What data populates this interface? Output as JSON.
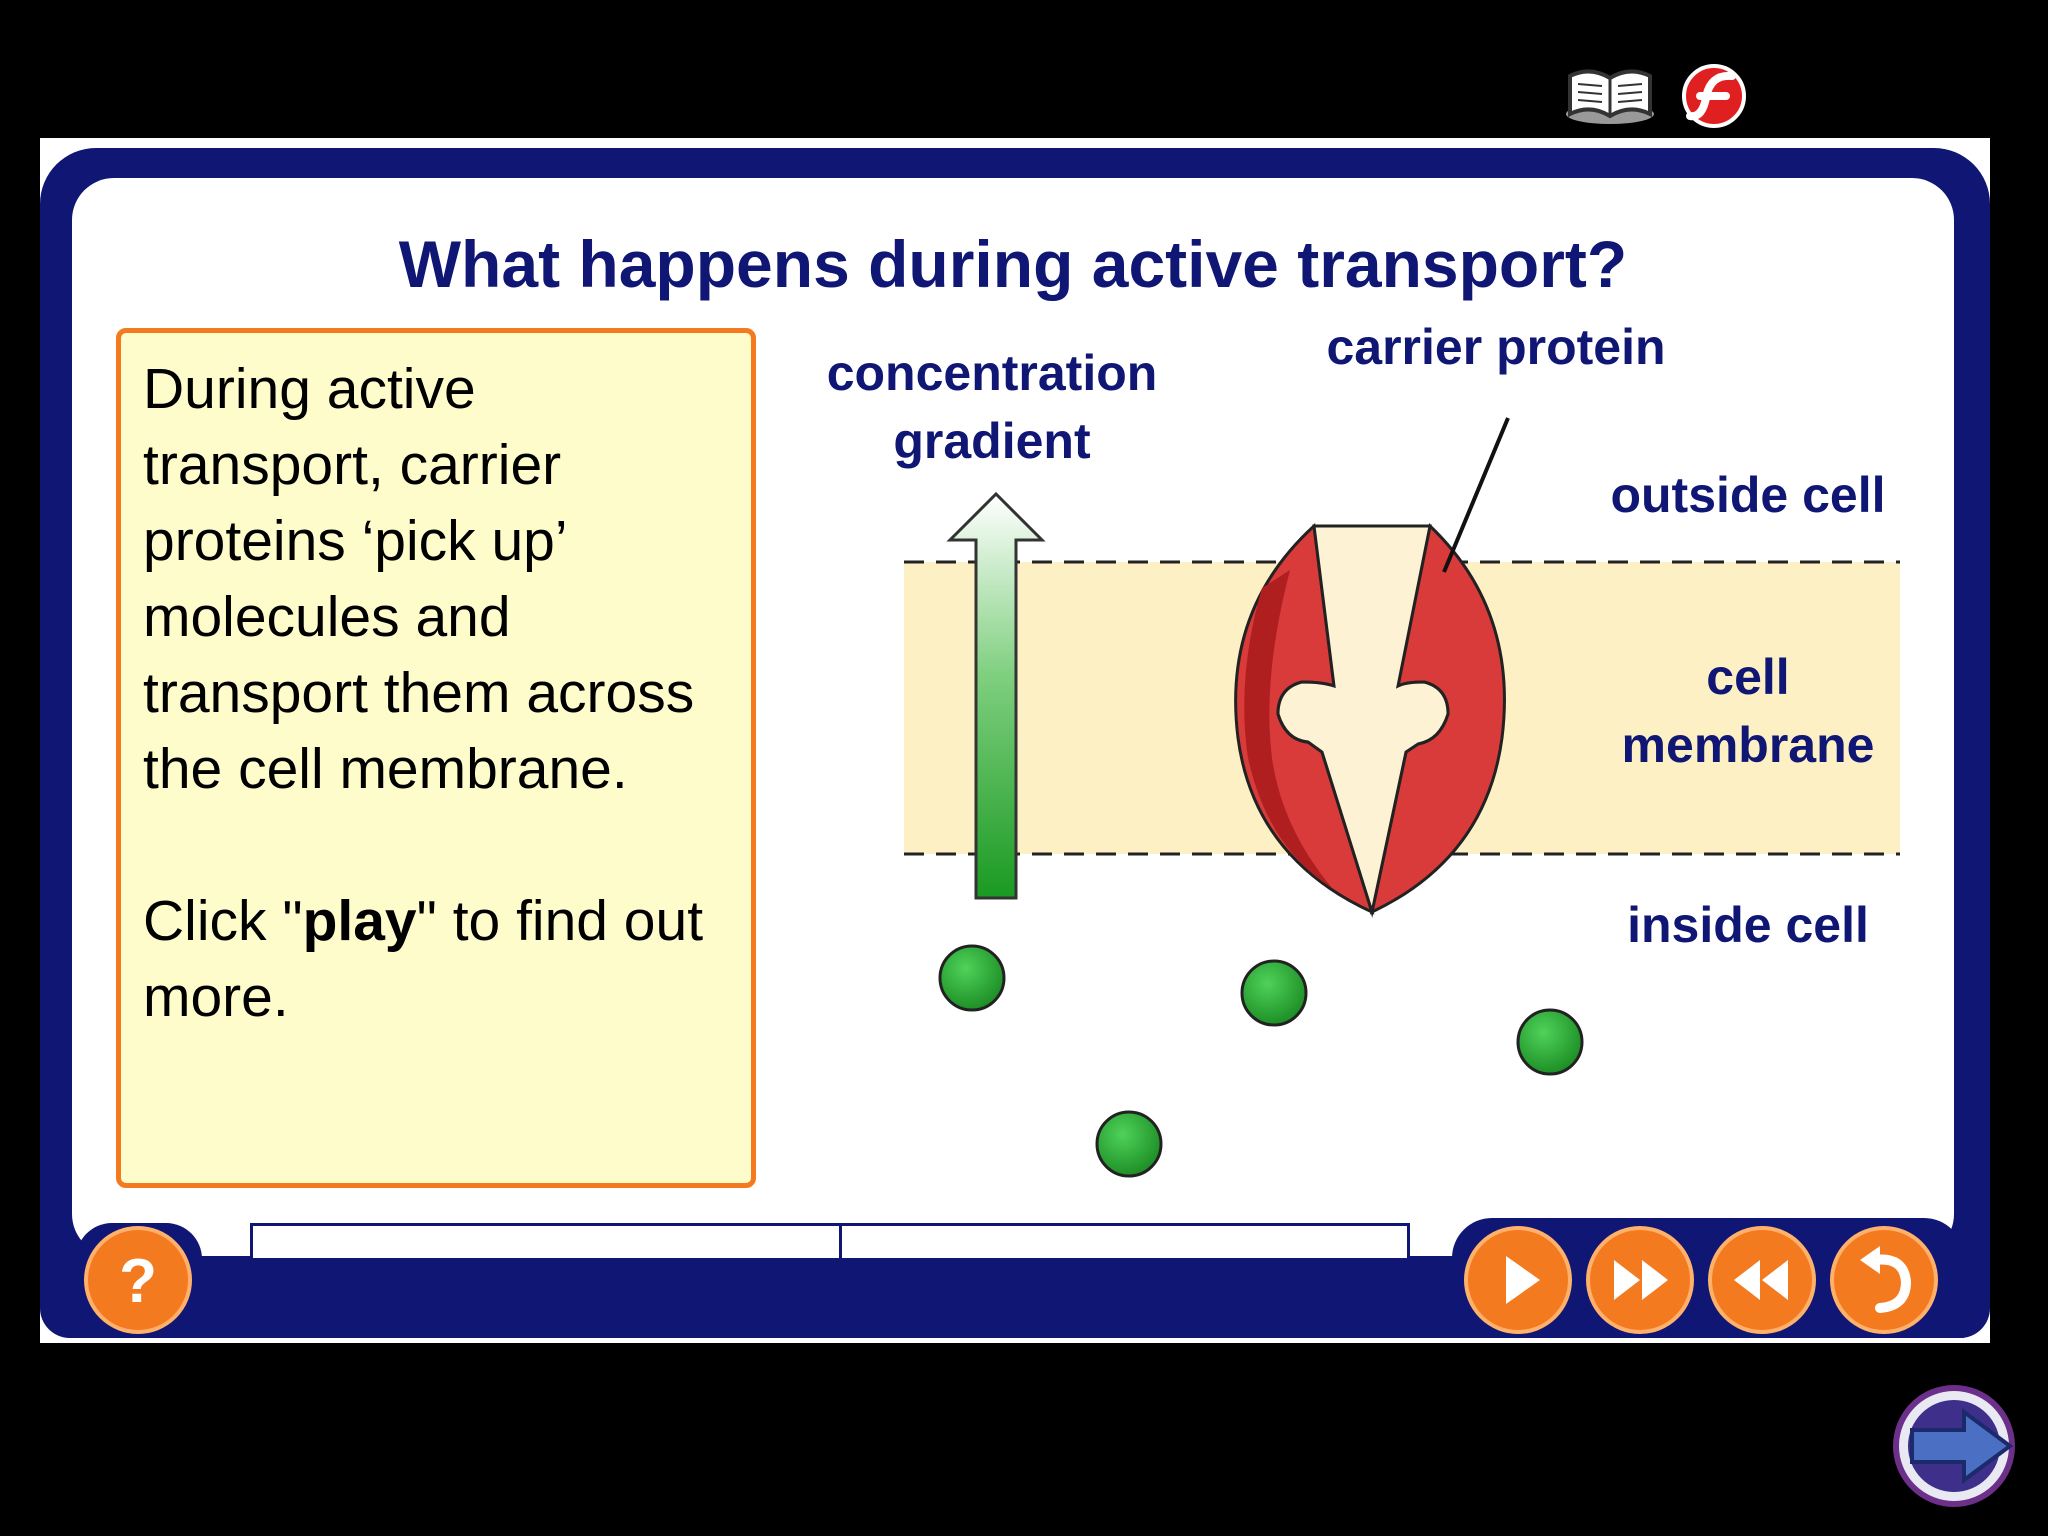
{
  "title": "What happens during active transport?",
  "info": {
    "paragraph1": "During active transport, carrier proteins ‘pick up’ molecules and transport them across the cell membrane.",
    "paragraph2_prefix": "Click \"",
    "paragraph2_bold": "play",
    "paragraph2_suffix": "\" to find out more."
  },
  "labels": {
    "gradient_line1": "concentration",
    "gradient_line2": "gradient",
    "carrier_protein": "carrier protein",
    "outside_cell": "outside cell",
    "cell_line1": "cell",
    "cell_line2": "membrane",
    "inside_cell": "inside cell"
  },
  "controls": {
    "help": "?",
    "play": "play-icon",
    "fast_forward": "fast-forward-icon",
    "rewind": "rewind-icon",
    "replay": "replay-icon"
  },
  "colors": {
    "frame": "#0f1673",
    "button": "#f47a20",
    "membrane": "#fdf0c4",
    "protein": "#d93a3a",
    "molecule": "#1e9a2e"
  }
}
